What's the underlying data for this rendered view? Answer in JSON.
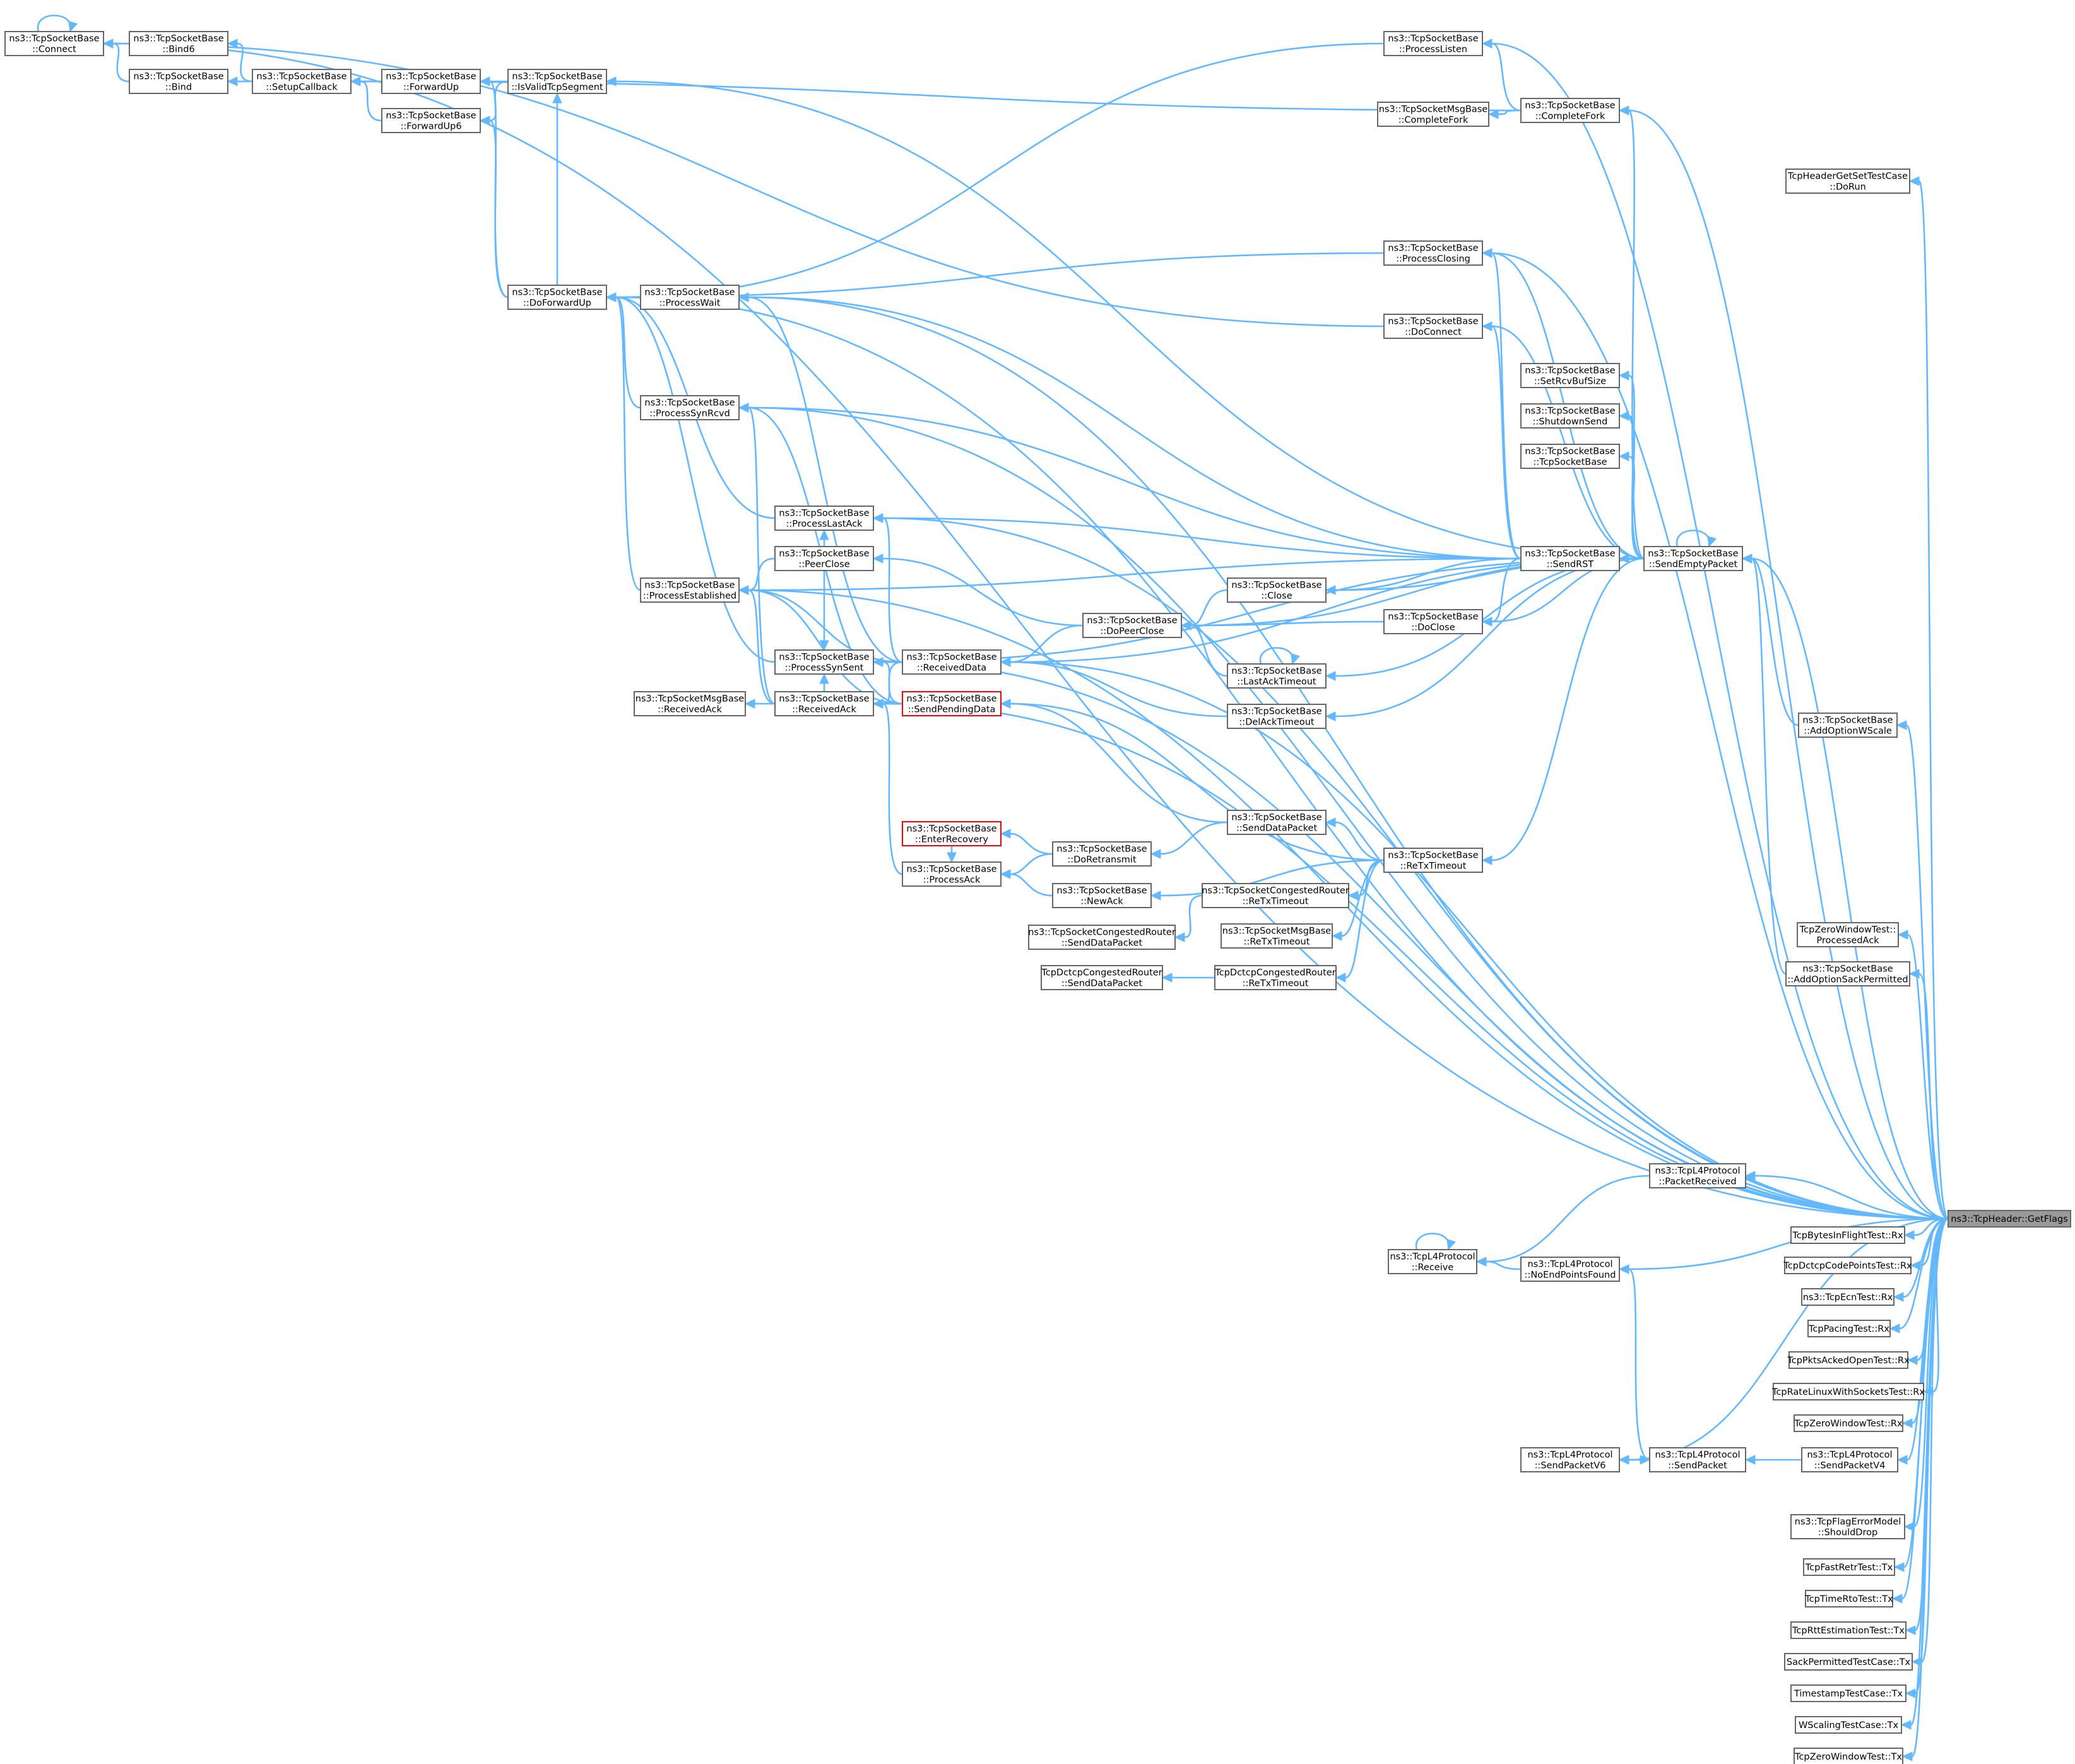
{
  "nodes": {
    "connect": [
      "ns3::TcpSocketBase",
      "::Connect"
    ],
    "bind6": [
      "ns3::TcpSocketBase",
      "::Bind6"
    ],
    "bind": [
      "ns3::TcpSocketBase",
      "::Bind"
    ],
    "setup_callback": [
      "ns3::TcpSocketBase",
      "::SetupCallback"
    ],
    "forward_up": [
      "ns3::TcpSocketBase",
      "::ForwardUp"
    ],
    "forward_up6": [
      "ns3::TcpSocketBase",
      "::ForwardUp6"
    ],
    "is_valid_tcp_segment": [
      "ns3::TcpSocketBase",
      "::IsValidTcpSegment"
    ],
    "do_forward_up": [
      "ns3::TcpSocketBase",
      "::DoForwardUp"
    ],
    "process_wait": [
      "ns3::TcpSocketBase",
      "::ProcessWait"
    ],
    "process_syn_rcvd": [
      "ns3::TcpSocketBase",
      "::ProcessSynRcvd"
    ],
    "process_last_ack": [
      "ns3::TcpSocketBase",
      "::ProcessLastAck"
    ],
    "peer_close": [
      "ns3::TcpSocketBase",
      "::PeerClose"
    ],
    "process_established": [
      "ns3::TcpSocketBase",
      "::ProcessEstablished"
    ],
    "process_syn_sent": [
      "ns3::TcpSocketBase",
      "::ProcessSynSent"
    ],
    "received_ack": [
      "ns3::TcpSocketBase",
      "::ReceivedAck"
    ],
    "msgbase_received_ack": [
      "ns3::TcpSocketMsgBase",
      "::ReceivedAck"
    ],
    "received_data": [
      "ns3::TcpSocketBase",
      "::ReceivedData"
    ],
    "send_pending_data": [
      "ns3::TcpSocketBase",
      "::SendPendingData"
    ],
    "enter_recovery": [
      "ns3::TcpSocketBase",
      "::EnterRecovery"
    ],
    "process_ack": [
      "ns3::TcpSocketBase",
      "::ProcessAck"
    ],
    "do_retransmit": [
      "ns3::TcpSocketBase",
      "::DoRetransmit"
    ],
    "new_ack": [
      "ns3::TcpSocketBase",
      "::NewAck"
    ],
    "congested_router_send_data_packet": [
      "ns3::TcpSocketCongestedRouter",
      "::SendDataPacket"
    ],
    "dctcp_router_send_data_packet": [
      "TcpDctcpCongestedRouter",
      "::SendDataPacket"
    ],
    "do_peer_close": [
      "ns3::TcpSocketBase",
      "::DoPeerClose"
    ],
    "close": [
      "ns3::TcpSocketBase",
      "::Close"
    ],
    "last_ack_timeout": [
      "ns3::TcpSocketBase",
      "::LastAckTimeout"
    ],
    "del_ack_timeout": [
      "ns3::TcpSocketBase",
      "::DelAckTimeout"
    ],
    "send_data_packet": [
      "ns3::TcpSocketBase",
      "::SendDataPacket"
    ],
    "congested_router_retx_timeout": [
      "ns3::TcpSocketCongestedRouter",
      "::ReTxTimeout"
    ],
    "msgbase_retx_timeout": [
      "ns3::TcpSocketMsgBase",
      "::ReTxTimeout"
    ],
    "dctcp_router_retx_timeout": [
      "TcpDctcpCongestedRouter",
      "::ReTxTimeout"
    ],
    "process_listen": [
      "ns3::TcpSocketBase",
      "::ProcessListen"
    ],
    "msgbase_complete_fork": [
      "ns3::TcpSocketMsgBase",
      "::CompleteFork"
    ],
    "complete_fork": [
      "ns3::TcpSocketBase",
      "::CompleteFork"
    ],
    "process_closing": [
      "ns3::TcpSocketBase",
      "::ProcessClosing"
    ],
    "do_connect": [
      "ns3::TcpSocketBase",
      "::DoConnect"
    ],
    "set_rcv_buf_size": [
      "ns3::TcpSocketBase",
      "::SetRcvBufSize"
    ],
    "shutdown_send": [
      "ns3::TcpSocketBase",
      "::ShutdownSend"
    ],
    "tcp_socket_base": [
      "ns3::TcpSocketBase",
      "::TcpSocketBase"
    ],
    "send_rst": [
      "ns3::TcpSocketBase",
      "::SendRST"
    ],
    "do_close": [
      "ns3::TcpSocketBase",
      "::DoClose"
    ],
    "retx_timeout": [
      "ns3::TcpSocketBase",
      "::ReTxTimeout"
    ],
    "send_empty_packet": [
      "ns3::TcpSocketBase",
      "::SendEmptyPacket"
    ],
    "add_option_wscale": [
      "ns3::TcpSocketBase",
      "::AddOptionWScale"
    ],
    "add_option_sack_permitted": [
      "ns3::TcpSocketBase",
      "::AddOptionSackPermitted"
    ],
    "header_get_set_test_do_run": [
      "TcpHeaderGetSetTestCase",
      "::DoRun"
    ],
    "zero_window_processed_ack": [
      "TcpZeroWindowTest::",
      "ProcessedAck"
    ],
    "packet_received": [
      "ns3::TcpL4Protocol",
      "::PacketReceived"
    ],
    "l4_receive": [
      "ns3::TcpL4Protocol",
      "::Receive"
    ],
    "no_end_points_found": [
      "ns3::TcpL4Protocol",
      "::NoEndPointsFound"
    ],
    "send_packet_v6": [
      "ns3::TcpL4Protocol",
      "::SendPacketV6"
    ],
    "send_packet": [
      "ns3::TcpL4Protocol",
      "::SendPacket"
    ],
    "send_packet_v4": [
      "ns3::TcpL4Protocol",
      "::SendPacketV4"
    ],
    "bytes_in_flight_rx": [
      "TcpBytesInFlightTest::Rx"
    ],
    "dctcp_code_points_rx": [
      "TcpDctcpCodePointsTest::Rx"
    ],
    "ecn_test_rx": [
      "ns3::TcpEcnTest::Rx"
    ],
    "pacing_test_rx": [
      "TcpPacingTest::Rx"
    ],
    "pkts_acked_open_rx": [
      "TcpPktsAckedOpenTest::Rx"
    ],
    "rate_linux_rx": [
      "TcpRateLinuxWithSocketsTest::Rx"
    ],
    "zero_window_rx": [
      "TcpZeroWindowTest::Rx"
    ],
    "flag_error_model_should_drop": [
      "ns3::TcpFlagErrorModel",
      "::ShouldDrop"
    ],
    "fast_retr_tx": [
      "TcpFastRetrTest::Tx"
    ],
    "time_rto_tx": [
      "TcpTimeRtoTest::Tx"
    ],
    "rtt_estimation_tx": [
      "TcpRttEstimationTest::Tx"
    ],
    "sack_permitted_tx": [
      "SackPermittedTestCase::Tx"
    ],
    "timestamp_tx": [
      "TimestampTestCase::Tx"
    ],
    "wscaling_tx": [
      "WScalingTestCase::Tx"
    ],
    "zero_window_tx": [
      "TcpZeroWindowTest::Tx"
    ],
    "get_flags": [
      "ns3::TcpHeader::GetFlags"
    ]
  },
  "root_node": "get_flags",
  "red_nodes": [
    "send_pending_data",
    "enter_recovery"
  ],
  "colors": {
    "edge": "#63b8ff",
    "node_border": "#666666",
    "node_fill": "#ffffff",
    "root_fill": "#999999",
    "highlight_border": "#ff0000"
  }
}
